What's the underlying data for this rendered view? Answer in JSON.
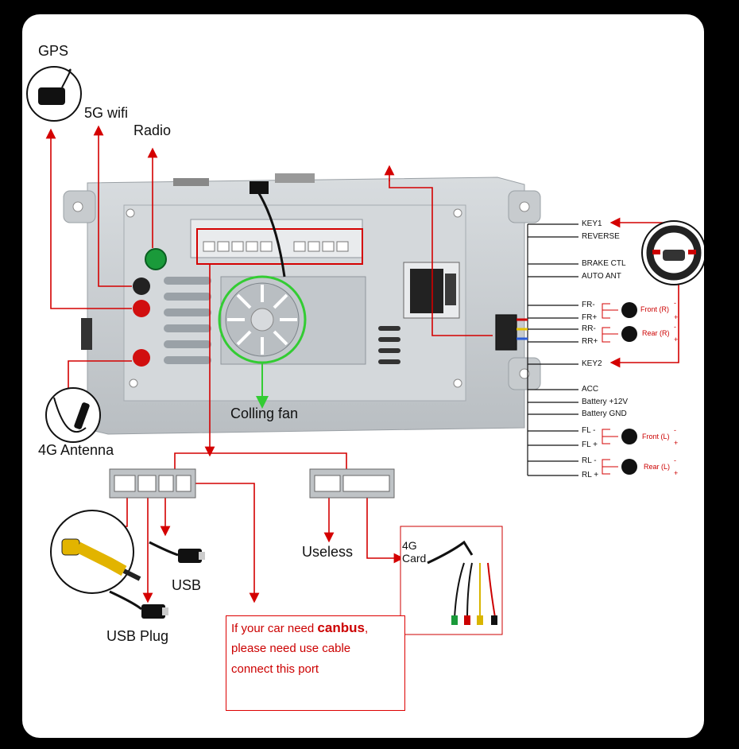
{
  "labels": {
    "gps": "GPS",
    "wifi": "5G wifi",
    "radio": "Radio",
    "antenna4g": "4G Antenna",
    "fan": "Colling fan",
    "usb": "USB",
    "usb_plug": "USB Plug",
    "useless": "Useless",
    "card4g": "4G\nCard"
  },
  "wires": {
    "key1": "KEY1",
    "reverse": "REVERSE",
    "brake": "BRAKE CTL",
    "auto_ant": "AUTO ANT",
    "fr_minus": "FR-",
    "fr_plus": "FR+",
    "rr_minus": "RR-",
    "rr_plus": "RR+",
    "key2": "KEY2",
    "acc": "ACC",
    "battery12": "Battery +12V",
    "battery_gnd": "Battery GND",
    "fl_minus": "FL -",
    "fl_plus": "FL +",
    "rl_minus": "RL -",
    "rl_plus": "RL +"
  },
  "speakers": {
    "front_r": "Front (R)",
    "rear_r": "Rear (R)",
    "front_l": "Front (L)",
    "rear_l": "Rear (L)",
    "minus": "-",
    "plus": "+"
  },
  "note": {
    "line1_prefix": "If your car need ",
    "line1_bold": "canbus",
    "line1_suffix": ",",
    "line2": "please need use cable",
    "line3": "connect this port"
  },
  "colors": {
    "arrow_red": "#d40000",
    "fan_ring_green": "#33cc33",
    "unit_gray": "#c8ccd0",
    "black_frame": "#000000"
  }
}
